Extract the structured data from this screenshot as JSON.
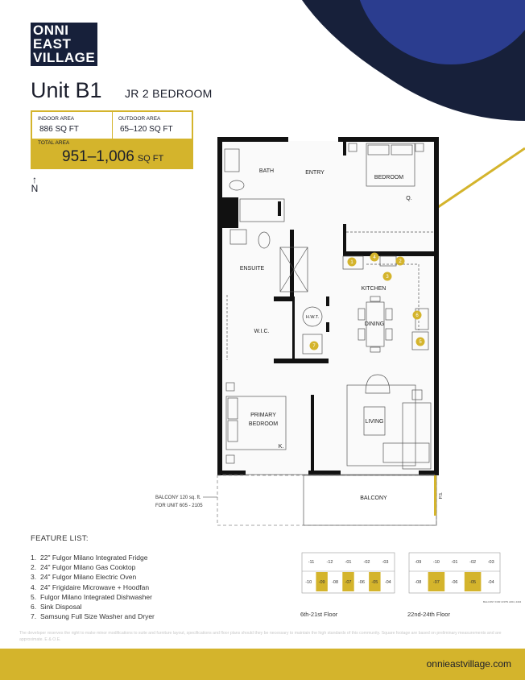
{
  "brand": {
    "logo_lines": [
      "ONNI",
      "EAST",
      "VILLAGE"
    ]
  },
  "unit": {
    "title": "Unit B1",
    "type": "JR 2 BEDROOM"
  },
  "areas": {
    "indoor_label": "INDOOR AREA",
    "indoor_value": "886 SQ FT",
    "outdoor_label": "OUTDOOR AREA",
    "outdoor_value": "65–120 SQ FT",
    "total_label": "TOTAL AREA",
    "total_value": "951–1,006",
    "total_unit": "SQ FT"
  },
  "compass": {
    "arrow": "↑",
    "label": "N"
  },
  "floorplan": {
    "rooms": {
      "bath": "BATH",
      "entry": "ENTRY",
      "bedroom": "BEDROOM",
      "bed_size_q": "Q.",
      "ensuite": "ENSUITE",
      "kitchen": "KITCHEN",
      "wic": "W.I.C.",
      "hwt": "H.W.T.",
      "dining": "DINING",
      "primary_1": "PRIMARY",
      "primary_2": "BEDROOM",
      "bed_size_k": "K.",
      "living": "LIVING",
      "balcony": "BALCONY",
      "ps": "P.S."
    },
    "markers": [
      "1",
      "2",
      "3",
      "4",
      "5",
      "6",
      "7"
    ],
    "balcony_note_1": "BALCONY 120 sq. ft.",
    "balcony_note_2": "FOR UNIT 605 - 2105"
  },
  "features": {
    "title": "FEATURE LIST:",
    "items": [
      {
        "num": "1.",
        "text": "22\" Fulgor Milano Integrated Fridge"
      },
      {
        "num": "2.",
        "text": "24\" Fulgor Milano Gas Cooktop"
      },
      {
        "num": "3.",
        "text": "24\" Fulgor Milano Electric Oven"
      },
      {
        "num": "4.",
        "text": "24\" Frigidaire Microwave + Hoodfan"
      },
      {
        "num": "5.",
        "text": "Fulgor Milano Integrated Dishwasher"
      },
      {
        "num": "6.",
        "text": "Sink Disposal"
      },
      {
        "num": "7.",
        "text": "Samsung Full Size Washer and Dryer"
      }
    ]
  },
  "keyplans": [
    {
      "label": "6th-21st Floor",
      "top": [
        "-11",
        "-12",
        "-01",
        "-02",
        "-03"
      ],
      "bottom": [
        "-10",
        "-09",
        "-08",
        "-07",
        "-06",
        "-05",
        "-04"
      ],
      "highlighted": [
        "-09",
        "-07",
        "-05"
      ]
    },
    {
      "label": "22nd-24th Floor",
      "top": [
        "-09",
        "-10",
        "-01",
        "-02",
        "-03"
      ],
      "bottom": [
        "-08",
        "-07",
        "-06",
        "-05",
        "-04"
      ],
      "highlighted": [
        "-07",
        "-05"
      ],
      "note": "BALCONY FOR UNITS 2204, 2404"
    }
  ],
  "disclaimer": "The developer reserves the right to make minor modifications to suite and furniture layout, specifications and floor plans should they be necessary to maintain the high standards of this community. Square footage are based on preliminary measurements and are approximate. E & O.E.",
  "footer": {
    "url": "onnieastvillage.com"
  },
  "colors": {
    "accent": "#d4b42c",
    "navy": "#17203a",
    "blue": "#2b3d8f"
  }
}
